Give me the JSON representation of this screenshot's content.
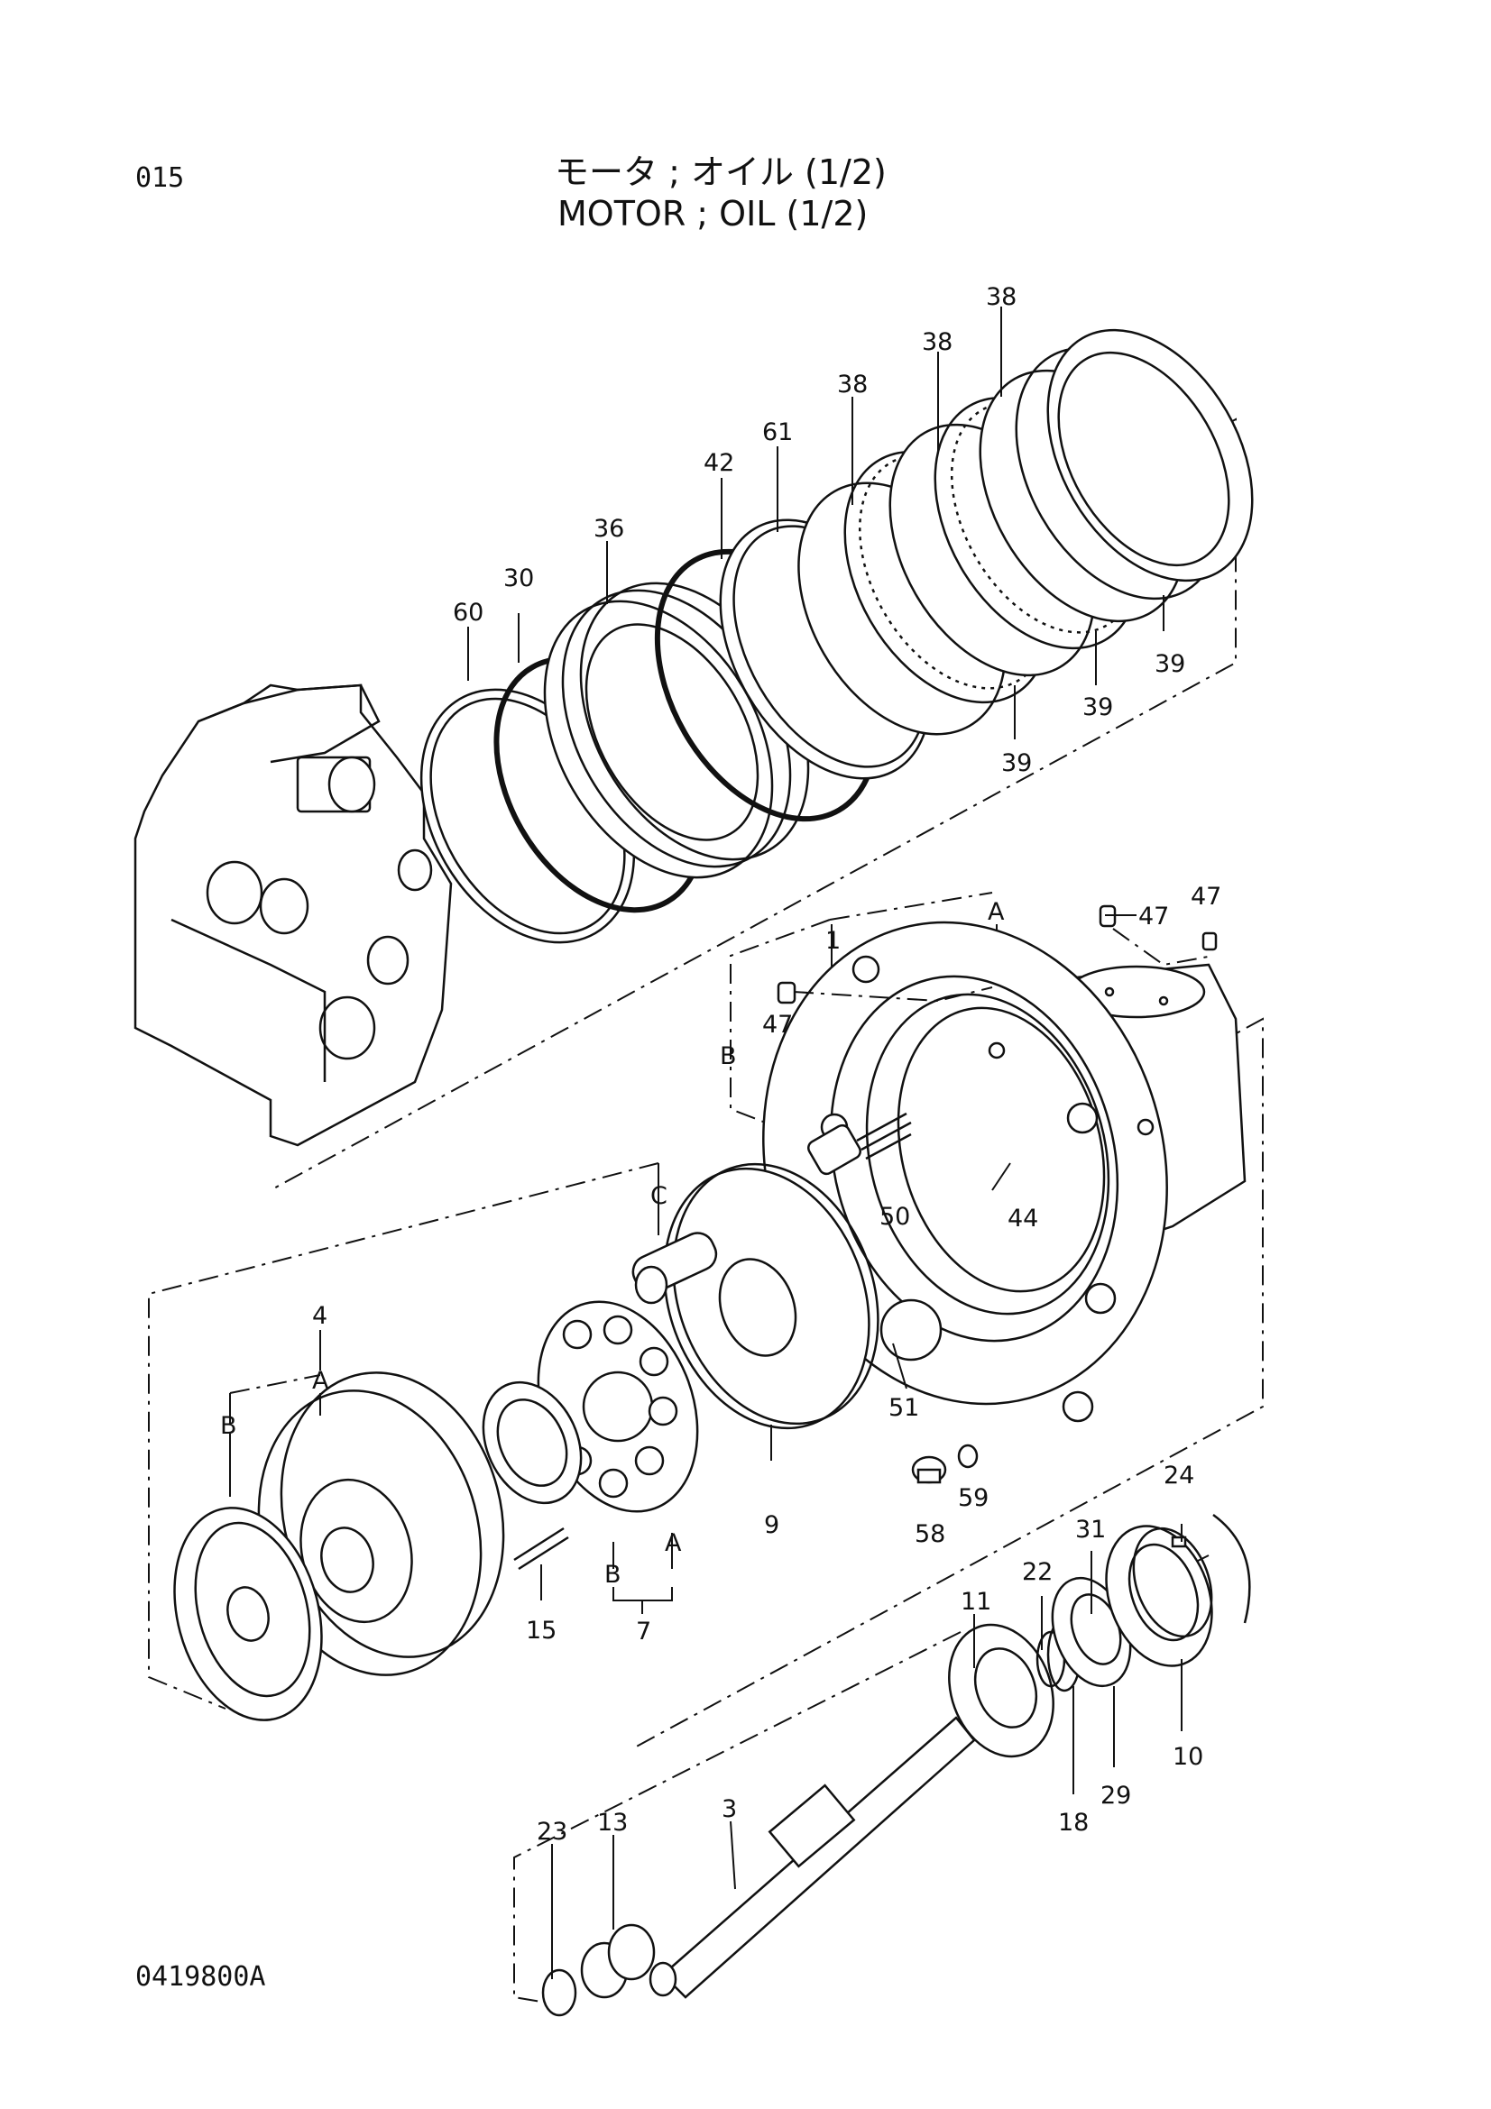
{
  "header": {
    "page_number": "015",
    "title_jp": "モータ ; オイル (1/2)",
    "title_en": "MOTOR ; OIL (1/2)"
  },
  "footer": {
    "drawing_number": "0419800A"
  },
  "callouts": {
    "c60": "60",
    "c30": "30",
    "c36": "36",
    "c42": "42",
    "c61": "61",
    "c38a": "38",
    "c38b": "38",
    "c38c": "38",
    "c39a": "39",
    "c39b": "39",
    "c39c": "39",
    "c1": "1",
    "cA1": "A",
    "c47a": "47",
    "c47b": "47",
    "c47c": "47",
    "cB1": "B",
    "c50": "50",
    "c44": "44",
    "cC": "C",
    "c51": "51",
    "c4": "4",
    "cA2": "A",
    "cB2": "B",
    "c9": "9",
    "c59": "59",
    "c58": "58",
    "cB3": "B",
    "cA3": "A",
    "c7": "7",
    "c15": "15",
    "c24": "24",
    "c31": "31",
    "c22": "22",
    "c11": "11",
    "c10": "10",
    "c29": "29",
    "c18": "18",
    "c3": "3",
    "c13": "13",
    "c23": "23"
  }
}
